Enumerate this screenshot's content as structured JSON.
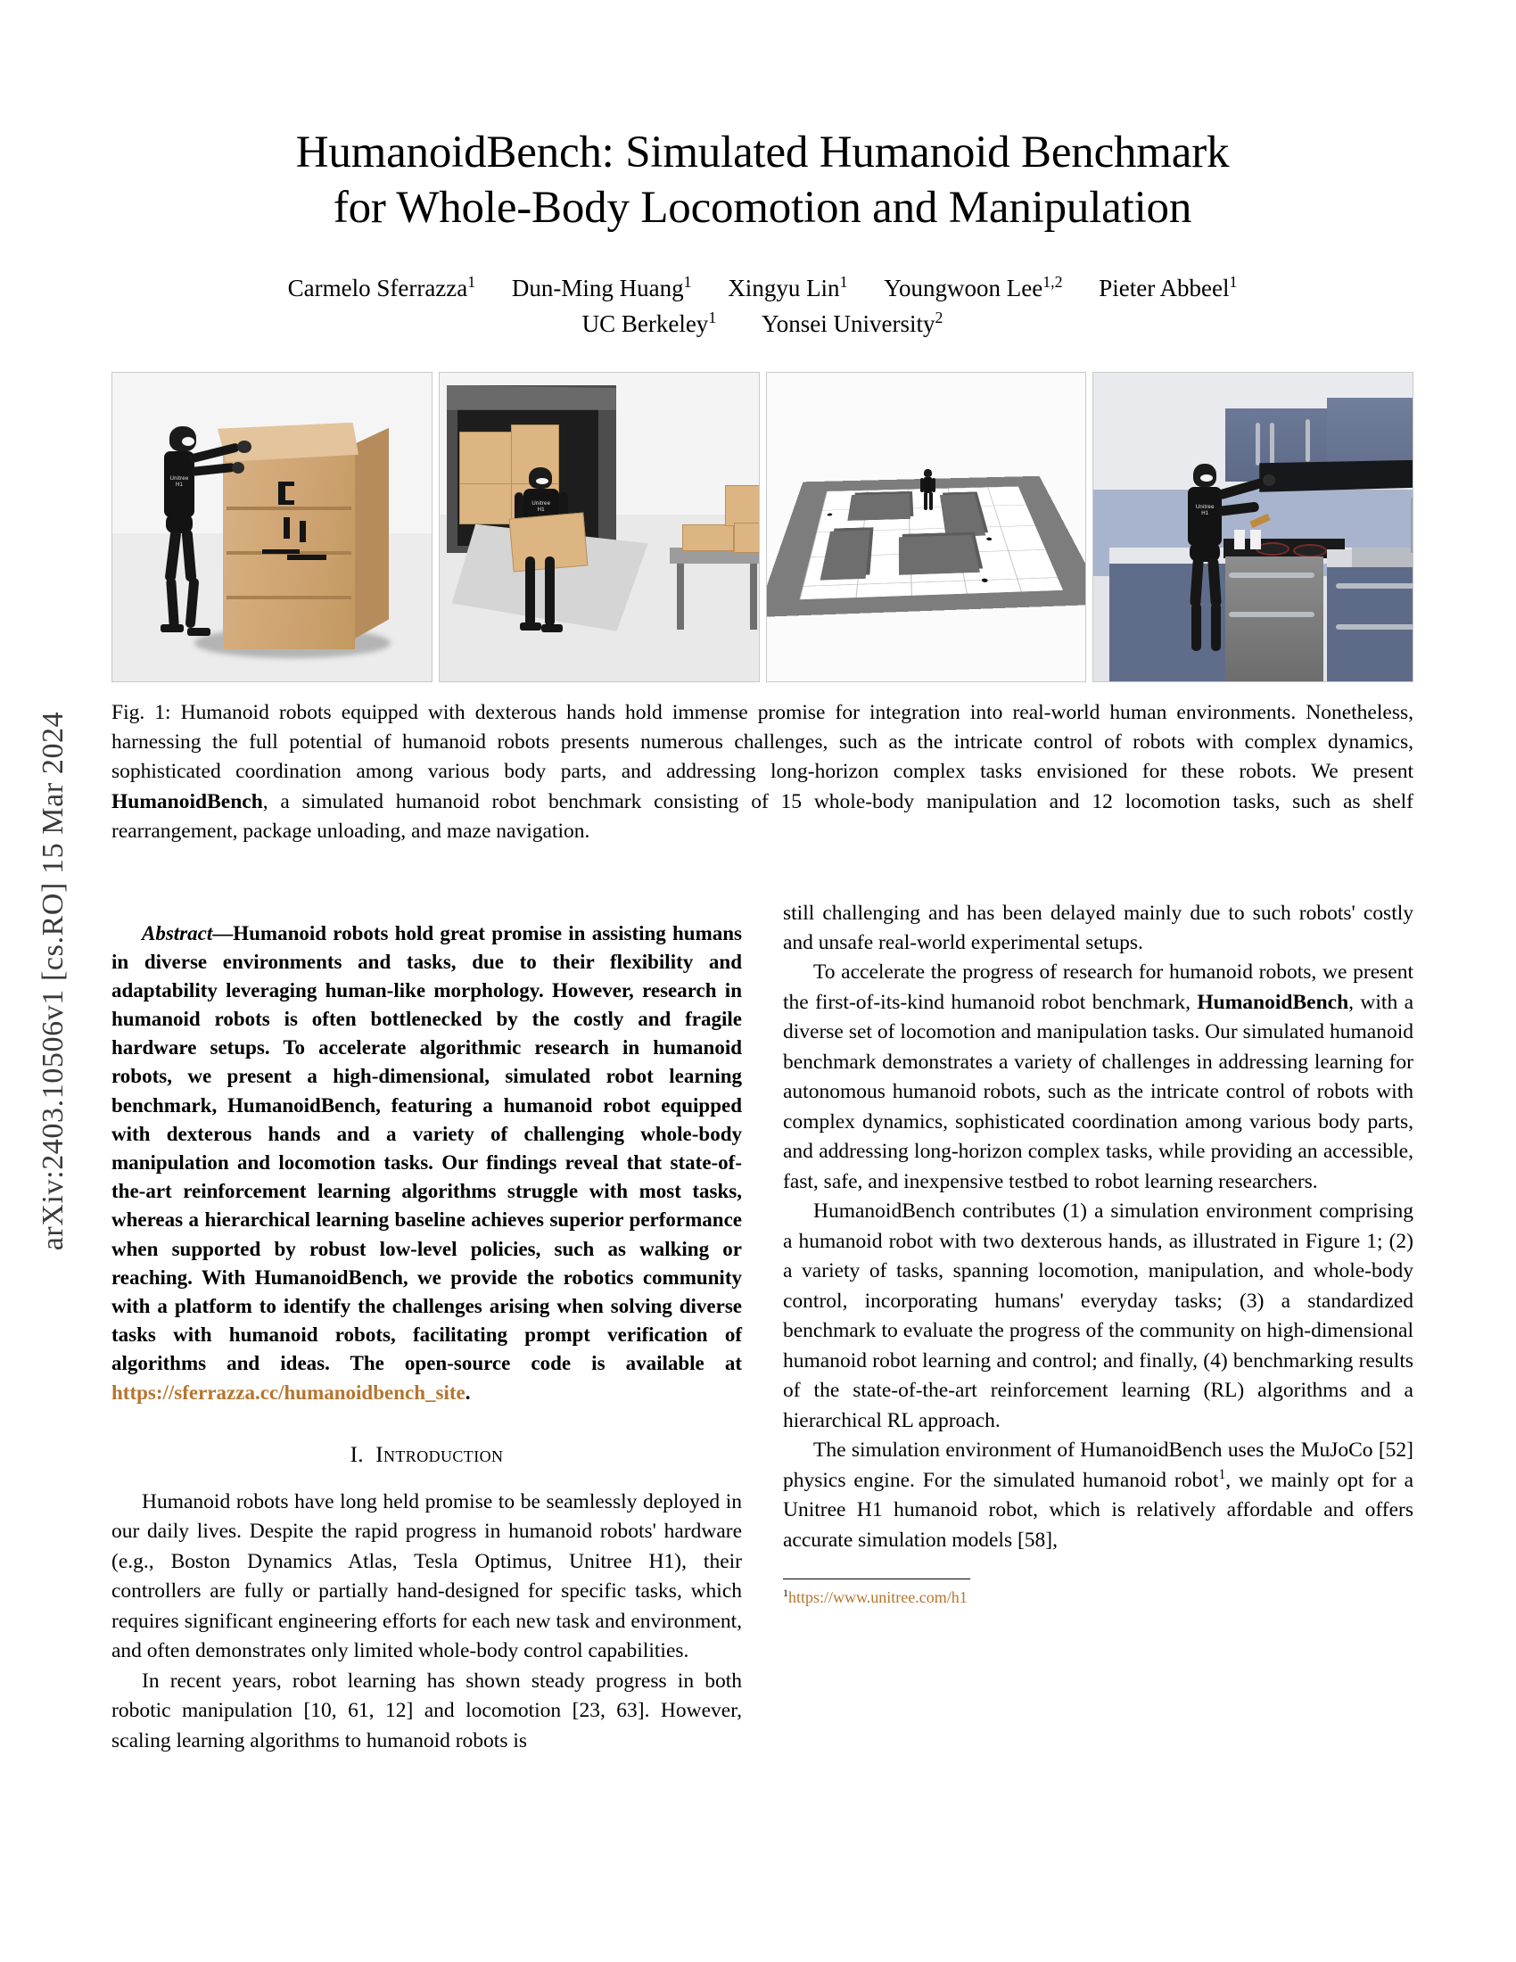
{
  "arxiv": {
    "stamp": "arXiv:2403.10506v1  [cs.RO]  15 Mar 2024"
  },
  "title": {
    "line1": "HumanoidBench: Simulated Humanoid Benchmark",
    "line2": "for Whole-Body Locomotion and Manipulation"
  },
  "authors": [
    {
      "name": "Carmelo Sferrazza",
      "sup": "1"
    },
    {
      "name": "Dun-Ming Huang",
      "sup": "1"
    },
    {
      "name": "Xingyu Lin",
      "sup": "1"
    },
    {
      "name": "Youngwoon Lee",
      "sup": "1,2"
    },
    {
      "name": "Pieter Abbeel",
      "sup": "1"
    }
  ],
  "affiliations": [
    {
      "name": "UC Berkeley",
      "sup": "1"
    },
    {
      "name": "Yonsei University",
      "sup": "2"
    }
  ],
  "figure": {
    "panels": [
      {
        "name": "shelf-rearrangement-panel",
        "caption_hint": "shelf rearrangement",
        "robot_label_line1": "Unitree",
        "robot_label_line2": "H1"
      },
      {
        "name": "package-unloading-panel",
        "caption_hint": "package unloading",
        "robot_label_line1": "Unitree",
        "robot_label_line2": "H1"
      },
      {
        "name": "maze-navigation-panel",
        "caption_hint": "maze navigation",
        "robot_label_line1": "",
        "robot_label_line2": ""
      },
      {
        "name": "kitchen-panel",
        "caption_hint": "kitchen",
        "robot_label_line1": "Unitree",
        "robot_label_line2": "H1"
      }
    ],
    "caption_label": "Fig. 1:",
    "caption_part1": " Humanoid robots equipped with dexterous hands hold immense promise for integration into real-world human environments. Nonetheless, harnessing the full potential of humanoid robots presents numerous challenges, such as the intricate control of robots with complex dynamics, sophisticated coordination among various body parts, and addressing long-horizon complex tasks envisioned for these robots. We present ",
    "caption_bold": "HumanoidBench",
    "caption_part2": ", a simulated humanoid robot benchmark consisting of 15 whole-body manipulation and 12 locomotion tasks, such as shelf rearrangement, package unloading, and maze navigation."
  },
  "abstract": {
    "lead": "Abstract",
    "dash": "—",
    "text_before_link": "Humanoid robots hold great promise in assisting humans in diverse environments and tasks, due to their flexibility and adaptability leveraging human-like morphology. However, research in humanoid robots is often bottlenecked by the costly and fragile hardware setups. To accelerate algorithmic research in humanoid robots, we present a high-dimensional, simulated robot learning benchmark, HumanoidBench, featuring a humanoid robot equipped with dexterous hands and a variety of challenging whole-body manipulation and locomotion tasks. Our findings reveal that state-of-the-art reinforcement learning algorithms struggle with most tasks, whereas a hierarchical learning baseline achieves superior performance when supported by robust low-level policies, such as walking or reaching. With HumanoidBench, we provide the robotics community with a platform to identify the challenges arising when solving diverse tasks with humanoid robots, facilitating prompt verification of algorithms and ideas. The open-source code is available at ",
    "link": "https://sferrazza.cc/humanoidbench_site",
    "text_after_link": "."
  },
  "sections": {
    "introduction": {
      "numeral": "I.",
      "title": "Introduction"
    }
  },
  "left_column": {
    "paragraphs": [
      "Humanoid robots have long held promise to be seamlessly deployed in our daily lives. Despite the rapid progress in humanoid robots' hardware (e.g., Boston Dynamics Atlas, Tesla Optimus, Unitree H1), their controllers are fully or partially hand-designed for specific tasks, which requires significant engineering efforts for each new task and environment, and often demonstrates only limited whole-body control capabilities.",
      "In recent years, robot learning has shown steady progress in both robotic manipulation [10, 61, 12] and locomotion [23, 63]. However, scaling learning algorithms to humanoid robots is"
    ]
  },
  "right_column": {
    "paragraphs": [
      "still challenging and has been delayed mainly due to such robots' costly and unsafe real-world experimental setups.",
      "To accelerate the progress of research for humanoid robots, we present the first-of-its-kind humanoid robot benchmark, HumanoidBench, with a diverse set of locomotion and manipulation tasks. Our simulated humanoid benchmark demonstrates a variety of challenges in addressing learning for autonomous humanoid robots, such as the intricate control of robots with complex dynamics, sophisticated coordination among various body parts, and addressing long-horizon complex tasks, while providing an accessible, fast, safe, and inexpensive testbed to robot learning researchers.",
      "HumanoidBench contributes (1) a simulation environment comprising a humanoid robot with two dexterous hands, as illustrated in Figure 1; (2) a variety of tasks, spanning locomotion, manipulation, and whole-body control, incorporating humans' everyday tasks; (3) a standardized benchmark to evaluate the progress of the community on high-dimensional humanoid robot learning and control; and finally, (4) benchmarking results of the state-of-the-art reinforcement learning (RL) algorithms and a hierarchical RL approach.",
      "The simulation environment of HumanoidBench uses the MuJoCo [52] physics engine. For the simulated humanoid robot, we mainly opt for a Unitree H1 humanoid robot, which is relatively affordable and offers accurate simulation models [58],"
    ],
    "para2_bold": "HumanoidBench",
    "footnote_marker": "1"
  },
  "footnote": {
    "marker": "1",
    "url": "https://www.unitree.com/h1"
  },
  "colors": {
    "link": "#b5752e",
    "text": "#000000",
    "page_background": "#ffffff",
    "stamp": "#3a3a3a"
  }
}
